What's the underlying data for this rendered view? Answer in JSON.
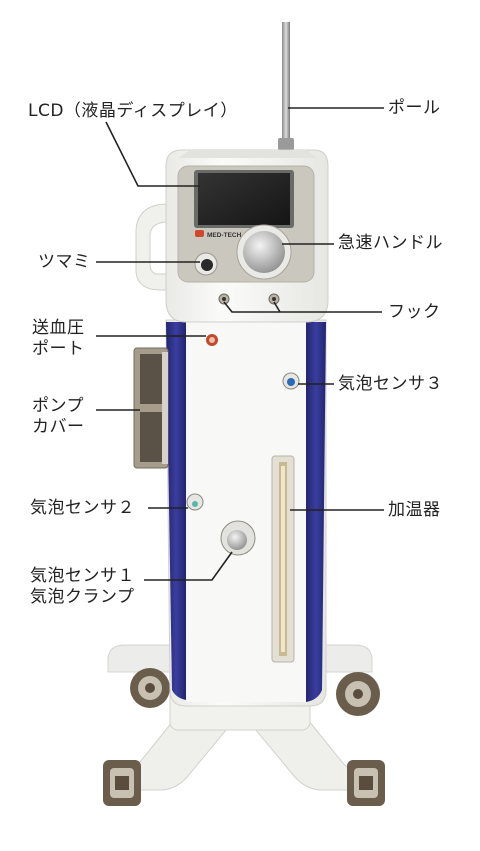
{
  "brand": "MED-TECH",
  "labels": {
    "lcd": "LCD（液晶ディスプレイ）",
    "pole": "ポール",
    "knob": "ツマミ",
    "quick_handle": "急速ハンドル",
    "hook": "フック",
    "blood_port_line1": "送血圧",
    "blood_port_line2": "ポート",
    "sensor3": "気泡センサ３",
    "pump_cover_line1": "ポンプ",
    "pump_cover_line2": "カバー",
    "heater": "加温器",
    "sensor2": "気泡センサ２",
    "sensor1_line1": "気泡センサ１",
    "sensor1_line2": "気泡クランプ"
  },
  "colors": {
    "body": "#f5f5f3",
    "accent_blue": "#2c2f86",
    "panel_gray": "#c8c5bc",
    "screen": "#232323",
    "brand_red": "#d2452f",
    "leader": "#222222"
  }
}
